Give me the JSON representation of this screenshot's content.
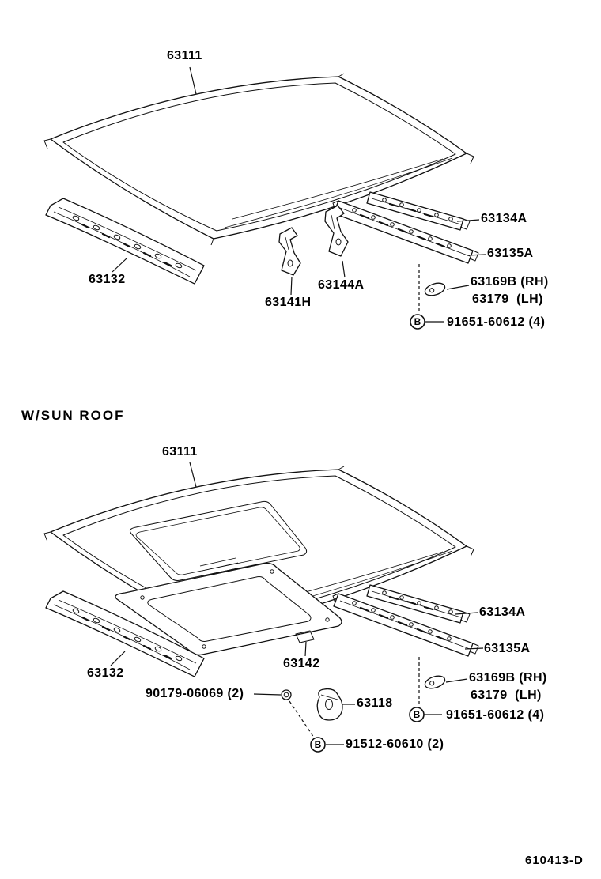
{
  "doc": {
    "drawing_code": "610413-D"
  },
  "top_view": {
    "labels": {
      "roof_panel": "63111",
      "roof_reinforcement_134": "63134A",
      "roof_reinforcement_135": "63135A",
      "windshield_header": "63132",
      "roof_brace_144": "63144A",
      "roof_brace_141": "63141H",
      "plate_rh": "63169B (RH)",
      "plate_lh": "63179  (LH)",
      "bolt": "91651-60612 (4)",
      "fastener_symbol": "B"
    }
  },
  "sunroof_view": {
    "heading": "W/SUN ROOF",
    "labels": {
      "roof_panel": "63111",
      "roof_reinforcement_134": "63134A",
      "roof_reinforcement_135": "63135A",
      "windshield_header": "63132",
      "sunroof_reinforcement": "63142",
      "plate_rh": "63169B (RH)",
      "plate_lh": "63179  (LH)",
      "screw": "90179-06069 (2)",
      "drain_bracket": "63118",
      "bolt": "91651-60612 (4)",
      "bolt2": "91512-60610 (2)",
      "fastener_symbol_1": "B",
      "fastener_symbol_2": "B"
    }
  }
}
